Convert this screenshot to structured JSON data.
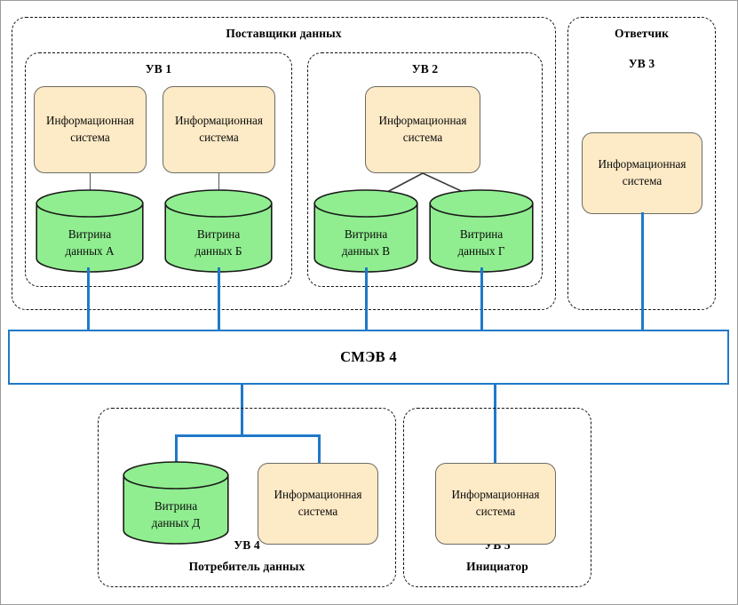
{
  "diagram": {
    "title_text": "СМЭВ 4",
    "colors": {
      "accent_blue": "#2079c8",
      "info_system_fill": "#fdeac6",
      "info_system_stroke": "#6b6b63",
      "data_mart_fill": "#90ee90",
      "data_mart_stroke": "#1a1a1a",
      "dashed_border": "#111111",
      "frame_border": "#9b9b9b"
    },
    "groups": [
      {
        "id": "data-providers",
        "title": "Поставщики данных",
        "subgroups": [
          {
            "id": "uv1",
            "title": "УВ 1"
          },
          {
            "id": "uv2",
            "title": "УВ 2"
          }
        ]
      },
      {
        "id": "respondent",
        "title": "Ответчик",
        "subtitle": "УВ 3"
      },
      {
        "id": "uv4",
        "title": "УВ 4",
        "subtitle": "Потребитель данных"
      },
      {
        "id": "uv5",
        "title": "УВ 5",
        "subtitle": "Инициатор"
      }
    ],
    "information_systems": [
      {
        "id": "is-uv1-a",
        "line1": "Информационная",
        "line2": "система",
        "group": "УВ 1"
      },
      {
        "id": "is-uv1-b",
        "line1": "Информационная",
        "line2": "система",
        "group": "УВ 1"
      },
      {
        "id": "is-uv2",
        "line1": "Информационная",
        "line2": "система",
        "group": "УВ 2"
      },
      {
        "id": "is-uv3",
        "line1": "Информационная",
        "line2": "система",
        "group": "УВ 3"
      },
      {
        "id": "is-uv4",
        "line1": "Информационная",
        "line2": "система",
        "group": "УВ 4"
      },
      {
        "id": "is-uv5",
        "line1": "Информационная",
        "line2": "система",
        "group": "УВ 5"
      }
    ],
    "data_marts": [
      {
        "id": "mart-a",
        "line1": "Витрина",
        "line2": "данных А",
        "group": "УВ 1"
      },
      {
        "id": "mart-b",
        "line1": "Витрина",
        "line2": "данных Б",
        "group": "УВ 1"
      },
      {
        "id": "mart-v",
        "line1": "Витрина",
        "line2": "данных В",
        "group": "УВ 2"
      },
      {
        "id": "mart-g",
        "line1": "Витрина",
        "line2": "данных Г",
        "group": "УВ 2"
      },
      {
        "id": "mart-d",
        "line1": "Витрина",
        "line2": "данных Д",
        "group": "УВ 4"
      }
    ],
    "bus": {
      "label": "СМЭВ 4"
    }
  }
}
